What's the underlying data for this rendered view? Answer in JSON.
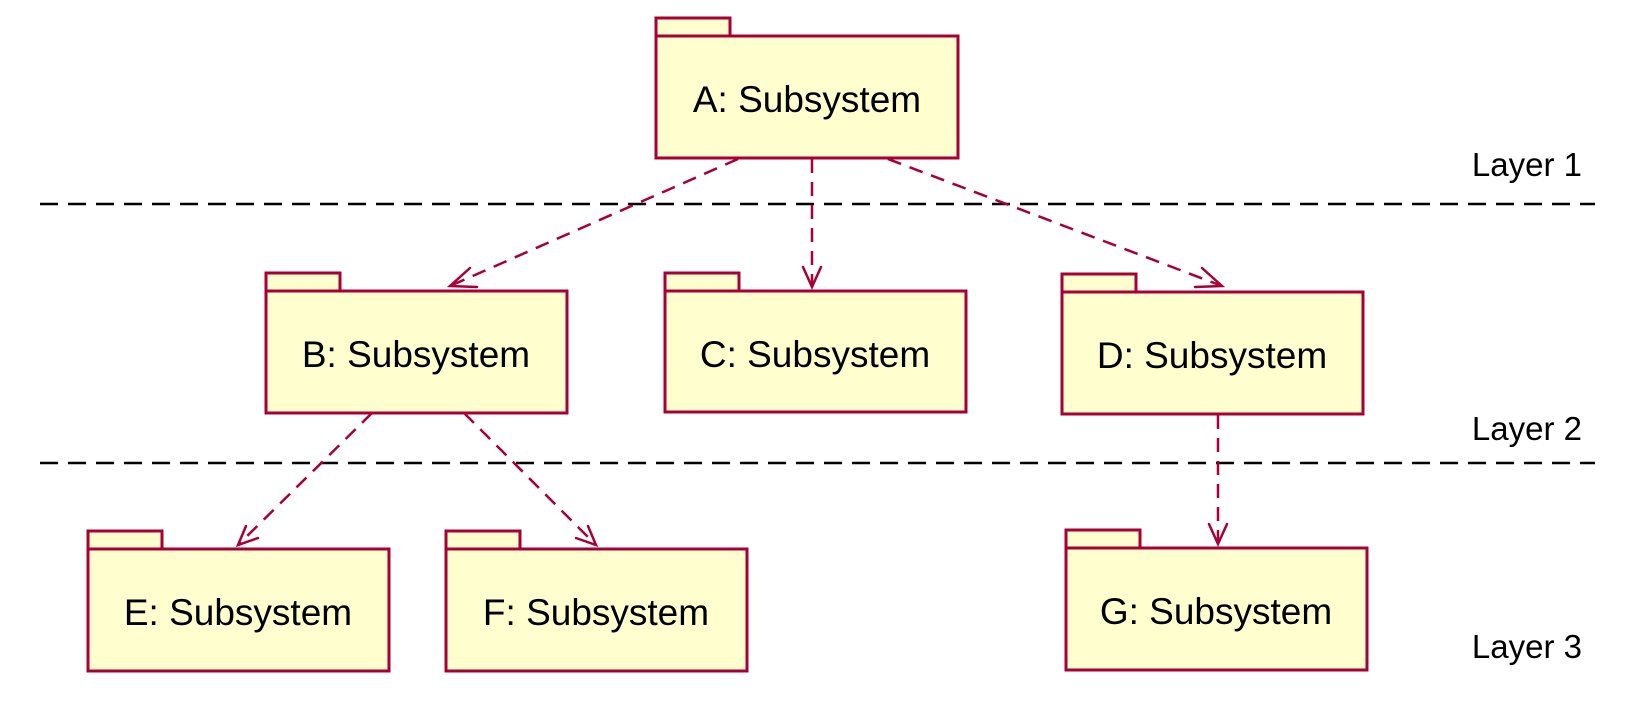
{
  "diagram": {
    "type": "uml-package-dependency",
    "colors": {
      "package_fill": "#FEFECE",
      "package_border": "#A80036",
      "dependency": "#A80036",
      "separator": "#000000",
      "text": "#000000"
    },
    "packages": [
      {
        "id": "A",
        "label": "A: Subsystem",
        "layer": 1
      },
      {
        "id": "B",
        "label": "B: Subsystem",
        "layer": 2
      },
      {
        "id": "C",
        "label": "C: Subsystem",
        "layer": 2
      },
      {
        "id": "D",
        "label": "D: Subsystem",
        "layer": 2
      },
      {
        "id": "E",
        "label": "E: Subsystem",
        "layer": 3
      },
      {
        "id": "F",
        "label": "F: Subsystem",
        "layer": 3
      },
      {
        "id": "G",
        "label": "G: Subsystem",
        "layer": 3
      }
    ],
    "dependencies": [
      {
        "from": "A",
        "to": "B"
      },
      {
        "from": "A",
        "to": "C"
      },
      {
        "from": "A",
        "to": "D"
      },
      {
        "from": "B",
        "to": "E"
      },
      {
        "from": "B",
        "to": "F"
      },
      {
        "from": "D",
        "to": "G"
      }
    ],
    "layers": [
      {
        "label": "Layer 1"
      },
      {
        "label": "Layer 2"
      },
      {
        "label": "Layer 3"
      }
    ]
  }
}
